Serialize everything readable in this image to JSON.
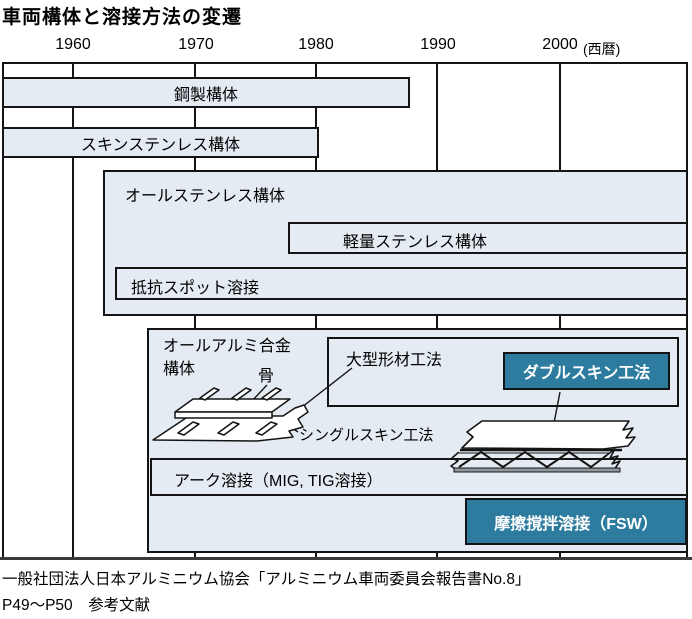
{
  "title": "車両構体と溶接方法の変遷",
  "axis": {
    "ticks": [
      "1960",
      "1970",
      "1980",
      "1990",
      "2000"
    ],
    "unit": "(西暦)"
  },
  "labels": {
    "steel": "鋼製構体",
    "skin_stainless": "スキンステンレス構体",
    "all_stainless": "オールステンレス構体",
    "light_stainless": "軽量ステンレス構体",
    "spot_weld": "抵抗スポット溶接",
    "aluminum_line1": "オールアルミ合金",
    "aluminum_line2": "構体",
    "bone": "骨",
    "large_section": "大型形材工法",
    "double_skin": "ダブルスキン工法",
    "single_skin": "シングルスキン工法",
    "arc_weld": "アーク溶接（MIG, TIG溶接）",
    "fsw": "摩擦撹拌溶接（FSW）"
  },
  "caption": {
    "line1": "一般社団法人日本アルミニウム協会「アルミニウム車両委員会報告書No.8」",
    "line2": "P49〜P50　参考文献"
  },
  "colors": {
    "box_fill": "#e4ebf2",
    "highlight_teal": "#2d7c9f",
    "line": "#141414",
    "baseline": "#3a3a3a"
  },
  "chart_data": {
    "type": "bar",
    "subtype": "gantt-timeline",
    "title": "車両構体と溶接方法の変遷",
    "xlabel": "西暦",
    "x_ticks": [
      1960,
      1970,
      1980,
      1990,
      2000
    ],
    "xlim": [
      1954,
      2010
    ],
    "grid": "vertical-decade-lines",
    "series": [
      {
        "name": "鋼製構体",
        "start": 1954,
        "end": 1988,
        "group": "構体",
        "highlight": false
      },
      {
        "name": "スキンステンレス構体",
        "start": 1954,
        "end": 1980,
        "group": "構体",
        "highlight": false
      },
      {
        "name": "オールステンレス構体",
        "start": 1962,
        "end": 2010,
        "group": "構体",
        "highlight": false
      },
      {
        "name": "軽量ステンレス構体",
        "start": 1978,
        "end": 2010,
        "group": "構体",
        "highlight": false
      },
      {
        "name": "抵抗スポット溶接",
        "start": 1963,
        "end": 2010,
        "group": "溶接方法",
        "highlight": false
      },
      {
        "name": "オールアルミ合金構体",
        "start": 1966,
        "end": 2010,
        "group": "構体",
        "highlight": false
      },
      {
        "name": "大型形材工法",
        "start": 1981,
        "end": 2009,
        "group": "工法",
        "highlight": false
      },
      {
        "name": "ダブルスキン工法",
        "start": 1995,
        "end": 2009,
        "group": "工法",
        "highlight": true
      },
      {
        "name": "アーク溶接（MIG, TIG溶接）",
        "start": 1966,
        "end": 2010,
        "group": "溶接方法",
        "highlight": false
      },
      {
        "name": "摩擦撹拌溶接（FSW）",
        "start": 1992,
        "end": 2010,
        "group": "溶接方法",
        "highlight": true
      }
    ],
    "annotations": [
      "骨",
      "シングルスキン工法"
    ]
  }
}
